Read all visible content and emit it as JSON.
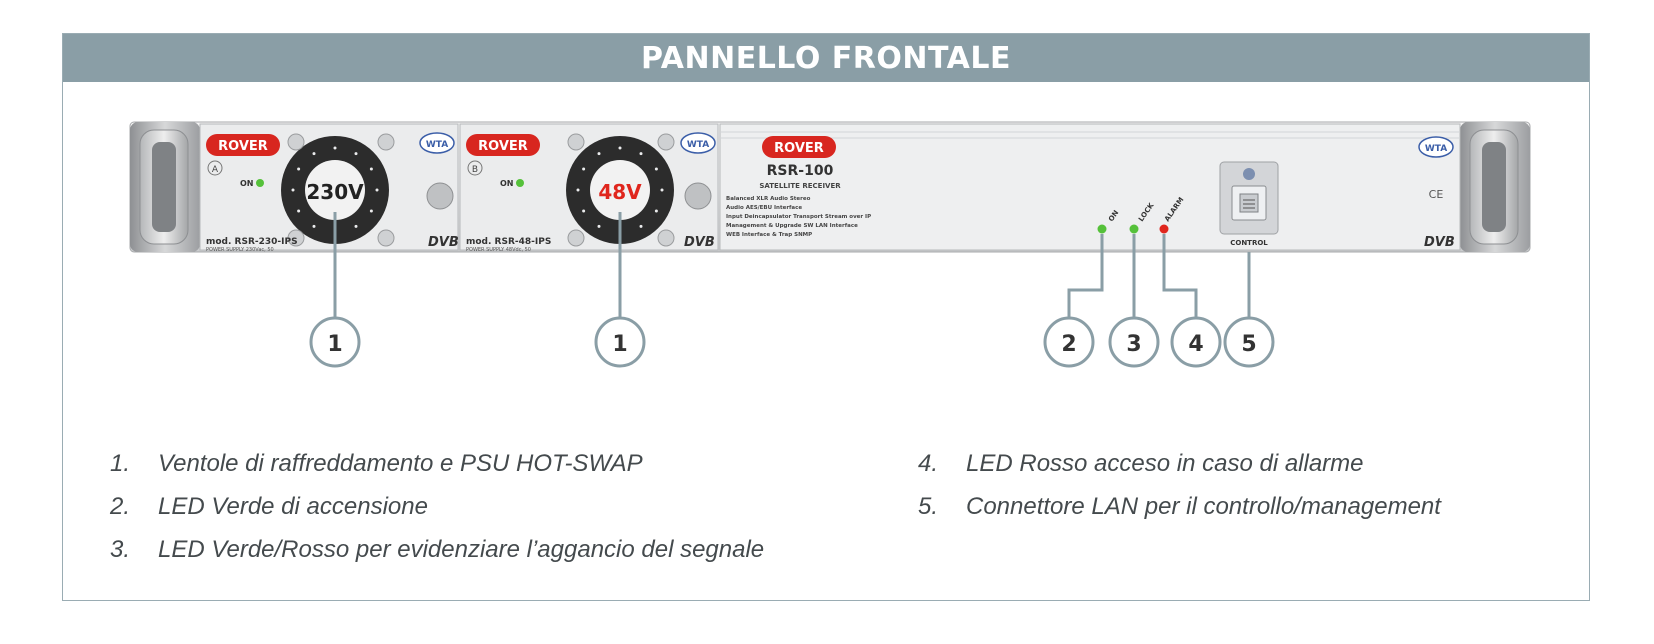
{
  "header": {
    "title": "PANNELLO FRONTALE"
  },
  "colors": {
    "header_bg": "#8a9ea6",
    "frame_border": "#9aacb3",
    "callout": "#8a9ea6",
    "led_green": "#55c13a",
    "led_red": "#e0261d",
    "brand_red": "#d8261f"
  },
  "device": {
    "psu_a": {
      "brand": "ROVER",
      "slot": "A",
      "on_label": "ON",
      "fan_label": "230V",
      "model": "mod. RSR-230-IPS",
      "model_sub": "POWER SUPPLY 230Vac, 50",
      "badge": "WTA",
      "dvb": "DVB"
    },
    "psu_b": {
      "brand": "ROVER",
      "slot": "B",
      "on_label": "ON",
      "fan_label": "48V",
      "model": "mod. RSR-48-IPS",
      "model_sub": "POWER SUPPLY 48Vdc, 50",
      "badge": "WTA",
      "dvb": "DVB"
    },
    "main": {
      "brand": "ROVER",
      "model": "RSR-100",
      "subtitle": "SATELLITE RECEIVER",
      "features": [
        "Balanced XLR Audio Stereo",
        "Audio AES/EBU Interface",
        "Input Deincapsulator Transport Stream over IP",
        "Management & Upgrade SW LAN Interface",
        "WEB Interface & Trap SNMP"
      ],
      "led_labels": [
        "ON",
        "LOCK",
        "ALARM"
      ],
      "control_label": "CONTROL",
      "badge": "WTA",
      "ce": "CE",
      "dvb": "DVB"
    }
  },
  "callouts": [
    "1",
    "1",
    "2",
    "3",
    "4",
    "5"
  ],
  "legend": {
    "left": [
      {
        "num": "1.",
        "text": "Ventole di raffreddamento e PSU HOT-SWAP"
      },
      {
        "num": "2.",
        "text": "LED Verde di accensione"
      },
      {
        "num": "3.",
        "text": "LED Verde/Rosso per evidenziare l’aggancio del segnale"
      }
    ],
    "right": [
      {
        "num": "4.",
        "text": "LED Rosso acceso in caso di allarme"
      },
      {
        "num": "5.",
        "text": "Connettore LAN per il controllo/management"
      }
    ]
  }
}
